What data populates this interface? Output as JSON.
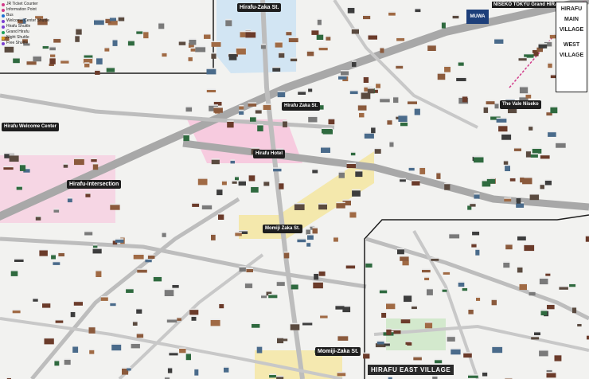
{
  "map": {
    "title": "HIRAFU",
    "areas": {
      "hirafu_zaka": "Hirafu-Zaka St.",
      "hirafu_intersection": "Hirafu-Intersection",
      "momiji_zaka": "Momiji-Zaka St.",
      "east_village": "HIRAFU EAST VILLAGE"
    },
    "side_panel": {
      "line1": "HIRAFU",
      "line2": "MAIN",
      "line3": "VILLAGE",
      "line4": "WEST",
      "line5": "VILLAGE"
    },
    "brand": "MUWA",
    "banner": "NISEKO TOKYU Grand HIRAFU",
    "small_labels": {
      "a": "Hirafu Zaka St.",
      "b": "Momiji Zaka St.",
      "c": "Hirafu Hotel",
      "d": "The Vale Niseko",
      "e": "Hirafu Welcome Center"
    },
    "legend": [
      {
        "label": "JR Ticket Counter",
        "color": "#d23b8a"
      },
      {
        "label": "Information Point",
        "color": "#d23b8a"
      },
      {
        "label": "Bus",
        "color": "#1f6fd1"
      },
      {
        "label": "Welcome Center Shuttle",
        "color": "#7a3fd1"
      },
      {
        "label": "Hirafu Shuttle",
        "color": "#7a3fd1"
      },
      {
        "label": "Grand Hirafu",
        "color": "#1fa15a"
      },
      {
        "label": "Night Shuttle",
        "color": "#e0a020"
      },
      {
        "label": "Free Shuttle",
        "color": "#7a3fd1"
      }
    ],
    "colors": {
      "road": "#bdbdbd",
      "main_road": "#a8a8a8",
      "pink": "#f7c6dd",
      "yellow": "#f5e6a0",
      "blue": "#cde3f3",
      "green": "#cfe8c9",
      "building": "#8b5a3c",
      "frame": "#1e1e1e"
    }
  }
}
